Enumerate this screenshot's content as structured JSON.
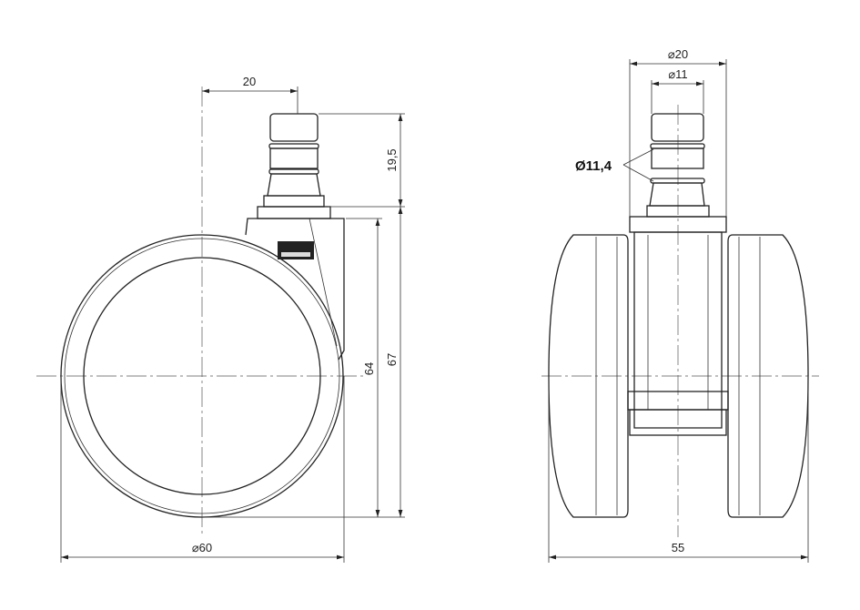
{
  "drawing": {
    "side_view": {
      "stem_offset": "20",
      "stem_height": "19,5",
      "height_inner": "64",
      "height_total": "67",
      "wheel_diameter": "⌀60"
    },
    "front_view": {
      "flange_diameter": "⌀20",
      "stem_diameter": "⌀11",
      "ring_diameter": "Ø11,4",
      "overall_width": "55"
    }
  }
}
